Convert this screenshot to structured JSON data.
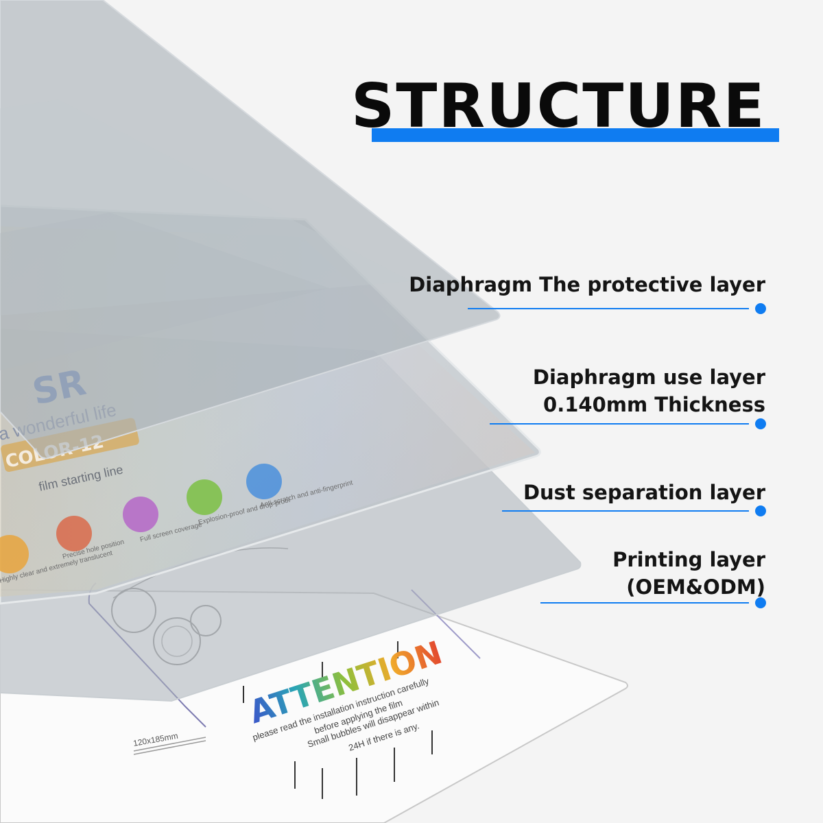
{
  "title": "STRUCTURE",
  "colors": {
    "accent": "#0f7cf1",
    "text": "#141414",
    "background": "#f4f4f4"
  },
  "layers": [
    {
      "lines": [
        "Diaphragm The protective layer"
      ]
    },
    {
      "lines": [
        "Diaphragm use layer",
        "0.140mm Thickness"
      ]
    },
    {
      "lines": [
        "Dust separation layer"
      ]
    },
    {
      "lines": [
        "Printing layer",
        "(OEM&ODM)"
      ]
    }
  ],
  "printed_sheet": {
    "brand_fragment": "SR",
    "tagline_fragment": "a wonderful life",
    "model_fragment": "COLOR-12",
    "guide_text": "film starting line",
    "features": [
      "Highly clear and extremely translucent",
      "Precise hole position",
      "Full screen coverage",
      "Explosion-proof and drop-proof",
      "Anti-scratch and anti-fingerprint"
    ],
    "attention_title": "ATTENTION",
    "attention_lines": [
      "please read the installation instruction carefully",
      "before applying the film",
      "Small bubbles will disappear within",
      "24H if there is any."
    ],
    "size_text": "120x185mm"
  }
}
